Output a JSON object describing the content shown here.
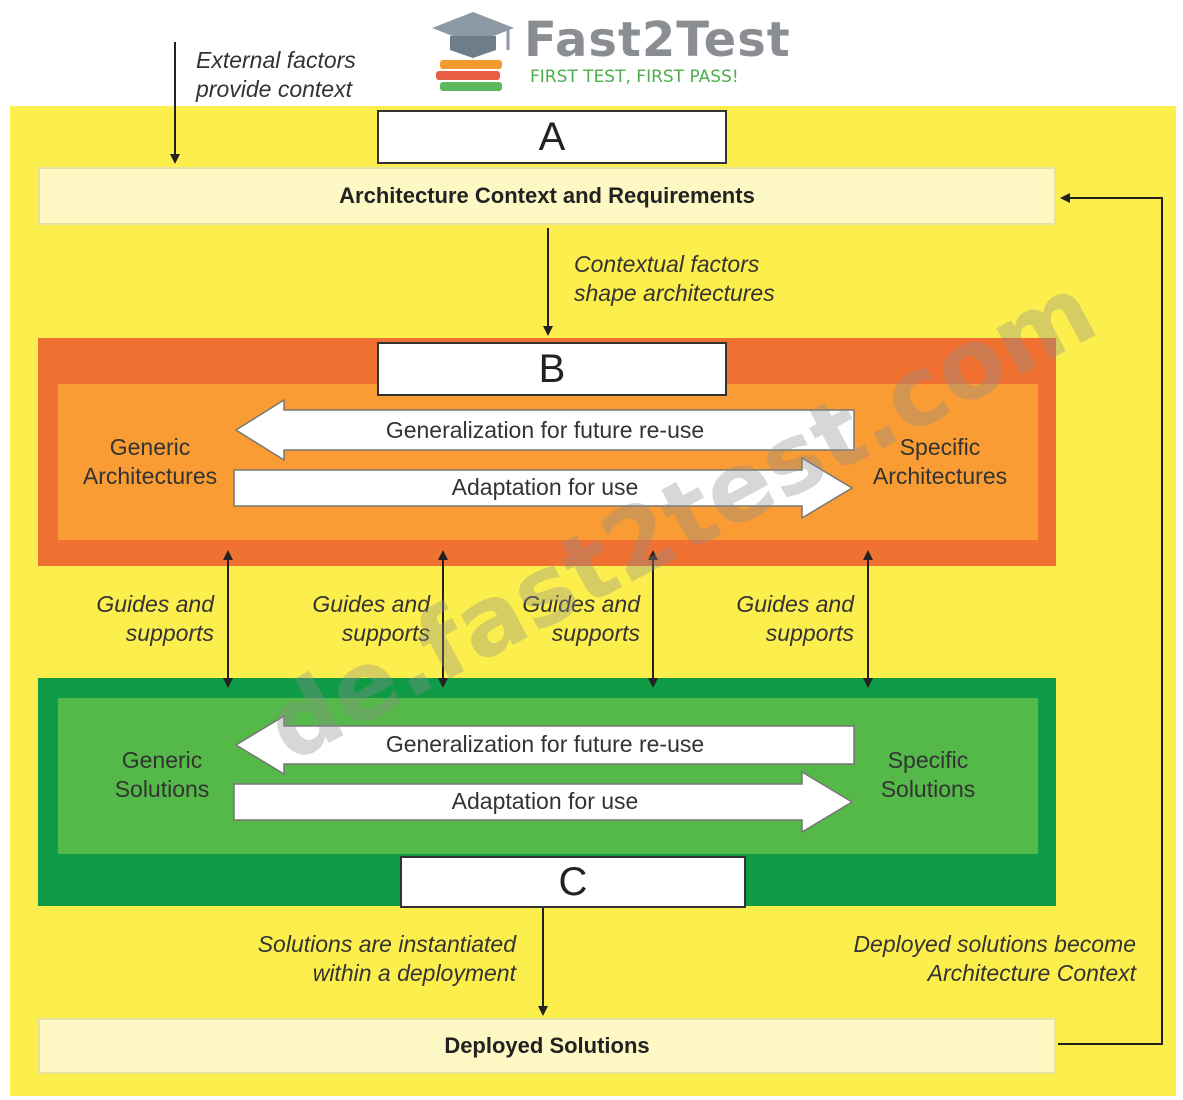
{
  "logo": {
    "brand": "Fast2Test",
    "tagline": "FIRST TEST, FIRST PASS!"
  },
  "notes": {
    "external": [
      "External factors",
      "provide context"
    ],
    "contextual": [
      "Contextual factors",
      "shape architectures"
    ],
    "instantiated": [
      "Solutions are instantiated",
      "within a deployment"
    ],
    "deployed_context": [
      "Deployed solutions become",
      "Architecture Context"
    ],
    "guides": [
      "Guides and",
      "supports"
    ]
  },
  "labels": {
    "a": "A",
    "b": "B",
    "c": "C"
  },
  "bars": {
    "top": "Architecture Context and Requirements",
    "bottom": "Deployed Solutions"
  },
  "architectures": {
    "left": [
      "Generic",
      "Architectures"
    ],
    "right": [
      "Specific",
      "Architectures"
    ],
    "generalization": "Generalization for future re-use",
    "adaptation": "Adaptation for use"
  },
  "solutions": {
    "left": [
      "Generic",
      "Solutions"
    ],
    "right": [
      "Specific",
      "Solutions"
    ],
    "generalization": "Generalization for future re-use",
    "adaptation": "Adaptation for use"
  },
  "watermark": "de.fast2test.com",
  "colors": {
    "background": "#fcee4c",
    "architecture_outer": "#f07131",
    "architecture_inner": "#f89c33",
    "solution_outer": "#0f9b46",
    "solution_inner": "#54b948",
    "context_bar": "#fdf8c4"
  }
}
